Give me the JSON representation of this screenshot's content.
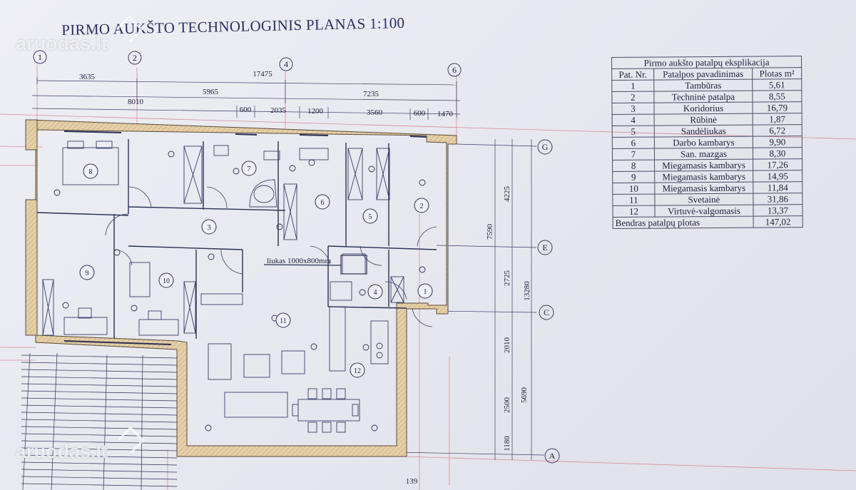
{
  "title": "PIRMO AUKŠTO TECHNOLOGINIS PLANAS 1:100",
  "watermark": "aruodas.lt",
  "axes": {
    "top": [
      "1",
      "2",
      "4",
      "6"
    ],
    "right": [
      "G",
      "E",
      "C",
      "A"
    ]
  },
  "dimensions": {
    "top_row1": [
      "3635",
      "17475"
    ],
    "top_row2": [
      "5965",
      "7235"
    ],
    "top_row2_left": "8010",
    "top_row3": [
      "600",
      "2035",
      "1200",
      "3560",
      "600",
      "1470"
    ],
    "right_col1": [
      "4225",
      "2725",
      "2010",
      "2500",
      "1180"
    ],
    "right_col2": [
      "7590",
      "5690"
    ],
    "right_col3": "13280",
    "bottom": "139"
  },
  "hatch_label": "liukas 1000x800mm",
  "room_numbers": [
    "1",
    "2",
    "3",
    "4",
    "5",
    "6",
    "7",
    "8",
    "9",
    "10",
    "11",
    "12"
  ],
  "legend": {
    "caption": "Pirmo aukšto patalpų eksplikacija",
    "headers": [
      "Pat. Nr.",
      "Patalpos pavadinimas",
      "Plotas m²"
    ],
    "rows": [
      [
        "1",
        "Tambūras",
        "5,61"
      ],
      [
        "2",
        "Techninė patalpa",
        "8,55"
      ],
      [
        "3",
        "Koridorius",
        "16,79"
      ],
      [
        "4",
        "Rūbinė",
        "1,87"
      ],
      [
        "5",
        "Sandėliukas",
        "6,72"
      ],
      [
        "6",
        "Darbo kambarys",
        "9,90"
      ],
      [
        "7",
        "San. mazgas",
        "8,30"
      ],
      [
        "8",
        "Miegamasis kambarys",
        "17,26"
      ],
      [
        "9",
        "Miegamasis kambarys",
        "14,95"
      ],
      [
        "10",
        "Miegamasis kambarys",
        "11,84"
      ],
      [
        "11",
        "Svetainė",
        "31,86"
      ],
      [
        "12",
        "Virtuvė-valgomasis",
        "13,37"
      ]
    ],
    "total_label": "Bendras patalpų plotas",
    "total_value": "147,02"
  }
}
